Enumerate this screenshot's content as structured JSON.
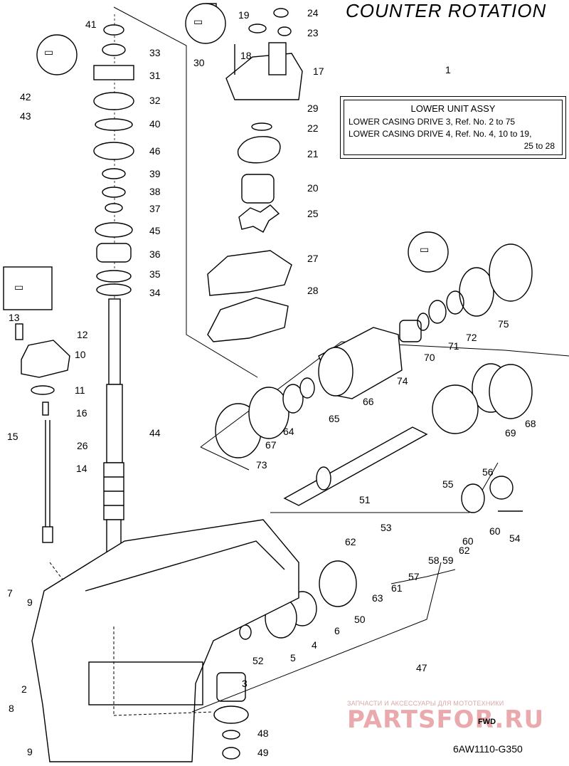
{
  "title": "COUNTER ROTATION",
  "legend": {
    "ref": "1",
    "heading": "LOWER UNIT ASSY",
    "lines": [
      "LOWER CASING DRIVE 3, Ref. No. 2 to 75",
      "LOWER CASING DRIVE 4, Ref. No. 4, 10 to 19,",
      "25 to 28"
    ]
  },
  "diagram_code": "6AW1110-G350",
  "watermark": {
    "top_text": "ЗАПЧАСТИ И АКСЕССУАРЫ ДЛЯ МОТОТЕХНИКИ",
    "brand": "PARTSFOR.RU",
    "badge": "FWD"
  },
  "callouts": [
    "2",
    "3",
    "4",
    "5",
    "6",
    "7",
    "8",
    "9",
    "9",
    "10",
    "11",
    "12",
    "13",
    "14",
    "15",
    "16",
    "17",
    "18",
    "19",
    "20",
    "21",
    "22",
    "23",
    "24",
    "25",
    "26",
    "27",
    "28",
    "29",
    "30",
    "31",
    "32",
    "33",
    "34",
    "35",
    "36",
    "37",
    "38",
    "39",
    "40",
    "41",
    "42",
    "43",
    "44",
    "45",
    "46",
    "47",
    "48",
    "49",
    "50",
    "51",
    "52",
    "53",
    "54",
    "55",
    "56",
    "57",
    "58",
    "59",
    "60",
    "60",
    "61",
    "62",
    "62",
    "63",
    "64",
    "65",
    "66",
    "67",
    "68",
    "69",
    "70",
    "71",
    "72",
    "73",
    "74",
    "75"
  ],
  "grease_marks": [
    "grease-tube-icon",
    "grease-tube-icon",
    "grease-tube-icon",
    "grease-tube-icon"
  ]
}
